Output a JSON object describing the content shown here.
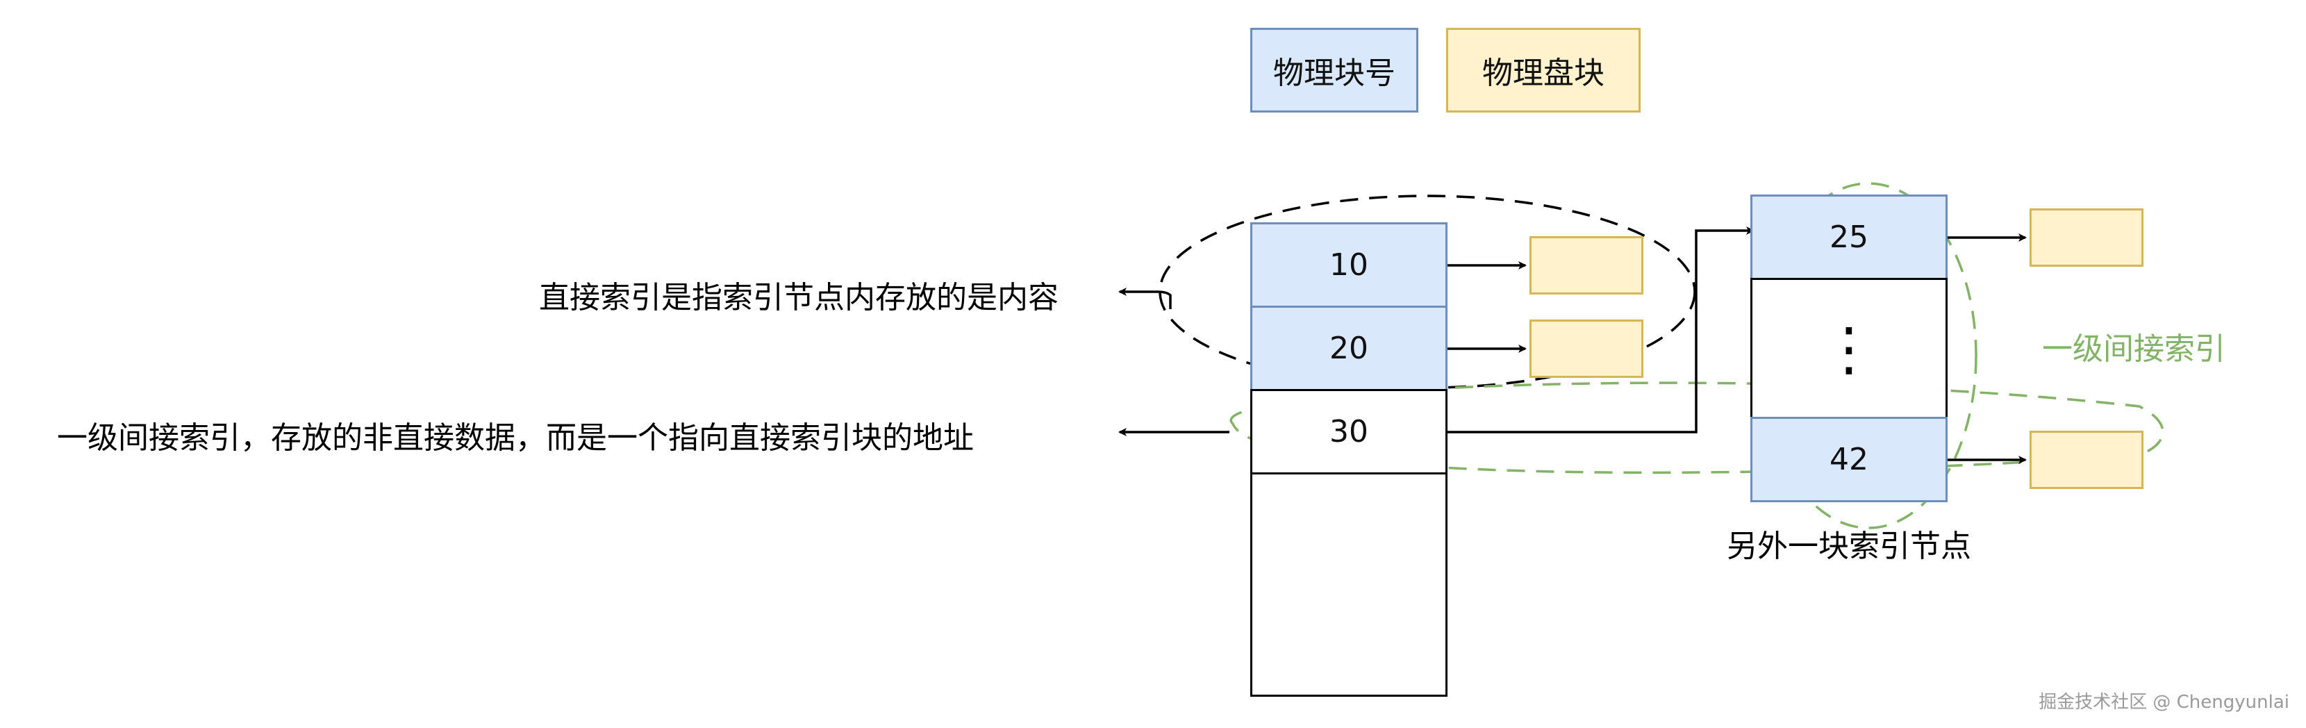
{
  "legend": {
    "physical_block_number": "物理块号",
    "physical_disk_block": "物理盘块"
  },
  "index_node": {
    "cells": [
      "10",
      "20",
      "30"
    ]
  },
  "second_index_block": {
    "cells": [
      "25",
      "⋮",
      "42"
    ],
    "caption": "另外一块索引节点"
  },
  "annotations": {
    "direct_index": "直接索引是指索引节点内存放的是内容",
    "first_level_indirect": "一级间接索引，存放的非直接数据，而是一个指向直接索引块的地址",
    "first_level_indirect_green": "一级间接索引"
  },
  "watermark": "掘金技术社区 @ Chengyunlai",
  "colors": {
    "blue_fill": "#dae8fc",
    "blue_stroke": "#6c8ebf",
    "yellow_fill": "#fff2cc",
    "yellow_stroke": "#d6b656",
    "green_accent": "#82b366"
  }
}
